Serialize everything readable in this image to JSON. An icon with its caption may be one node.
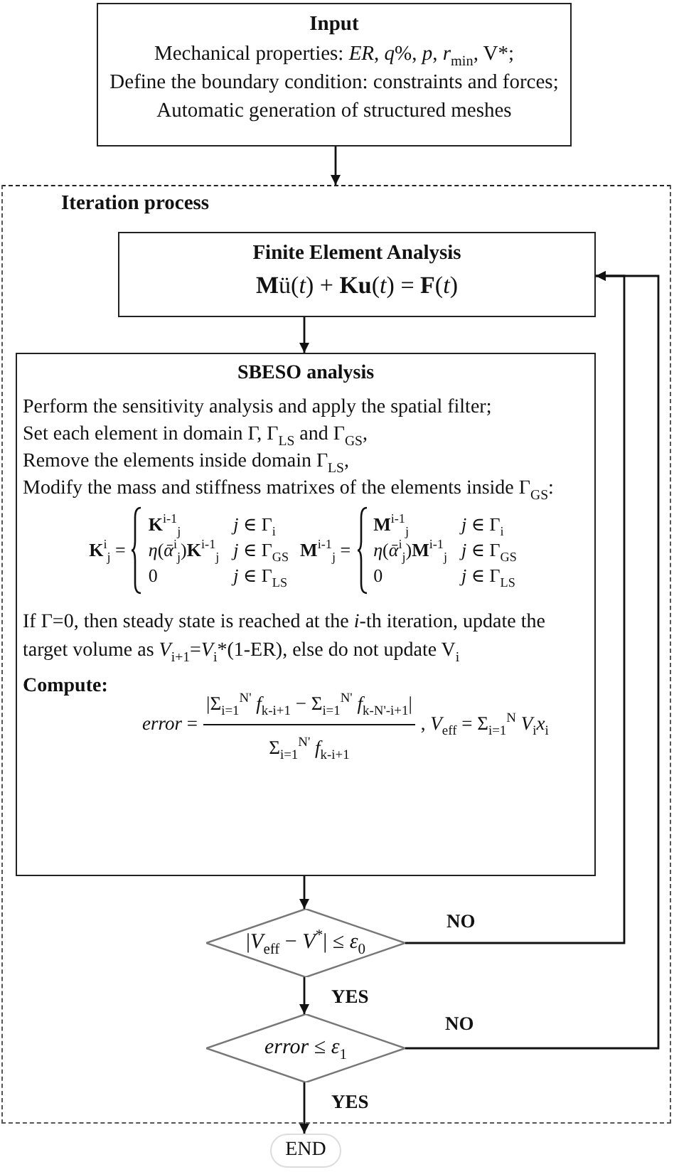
{
  "diagram": {
    "nodes": [
      {
        "text": [
          "Input",
          "Mechanical properties: *ER*, *q*%,  *p*,  *r*$_{min}$, V*;",
          "Define the  boundary condition: constraints and forces;",
          "Automatic generation of structured meshes"
        ]
      },
      {
        "text": [
          "Iteration process"
        ]
      },
      {
        "text": [
          "Finite Element Analysis",
          "**M**ü(*t*) + **Ku**(*t*) = **F**(*t*)"
        ],
        "in": 1
      },
      {
        "text": [
          "SBESO analysis",
          "Perform the sensitivity analysis and apply the spatial filter;",
          "Set each element in domain Γ, Γ$_{LS}$ and Γ$_{GS}$,",
          "Remove the elements inside domain Γ$_{LS}$,",
          "Modify the mass and stiffness matrixes of the elements inside Γ$_{GS}$:",
          "**K**$^{i}$$_{j}$ =",
          "**K**$^{i-1}$$_{j}$",
          "*j* ∈ Γ$_{i}$",
          "*η*(*ᾱ*$^{i}$$_{j}$)**K**$^{i-1}$$_{j}$",
          "*j* ∈ Γ$_{GS}$",
          "0",
          "*j* ∈ Γ$_{LS}$",
          "**M**$^{i-1}$$_{j}$ =",
          "**M**$^{i-1}$$_{j}$",
          "*j* ∈ Γ$_{i}$",
          "*η*(*ᾱ*$^{i}$$_{j}$)**M**$^{i-1}$$_{j}$",
          "*j* ∈ Γ$_{GS}$",
          "0",
          "*j* ∈ Γ$_{LS}$",
          "If Γ=0, then steady state is reached at the *i*-th iteration, update the target volume as *V*$_{i+1}$=*V*$_{i}$*(1-ER), else do not update V$_{i}$",
          "Compute:",
          "*error* =",
          "|Σ$_{i=1}$$^{N'}$ *f*$_{k-i+1}$ − Σ$_{i=1}$$^{N'}$ *f*$_{k-N'-i+1}$|",
          "Σ$_{i=1}$$^{N'}$ *f*$_{k-i+1}$",
          ",  *V*$_{eff}$ = Σ$_{i=1}$$^{N}$ *V*$_{i}$*x*$_{i}$"
        ],
        "in": 1
      },
      {
        "text": [
          "|*V*$_{eff}$ − *V*$^{*}$| ≤ *ε*$_{0}$"
        ],
        "in": 1
      },
      {
        "text": [
          "*error* ≤ *ε*$_{1}$"
        ],
        "in": 1
      },
      {
        "text": [
          "END"
        ]
      }
    ],
    "edges": [
      {
        "from": 0,
        "to": 1,
        "arrow": "to"
      },
      {
        "from": 2,
        "to": 3,
        "arrow": "to"
      },
      {
        "from": 3,
        "to": 4,
        "arrow": "to"
      },
      {
        "from": 4,
        "to": 5,
        "arrow": "to",
        "label": "YES"
      },
      {
        "from": 5,
        "to": 6,
        "arrow": "to",
        "label": "YES"
      },
      {
        "from": 4,
        "to": 2,
        "arrow": "to",
        "label": "NO"
      },
      {
        "from": 5,
        "to": 2,
        "arrow": "to",
        "label": "NO"
      }
    ]
  }
}
